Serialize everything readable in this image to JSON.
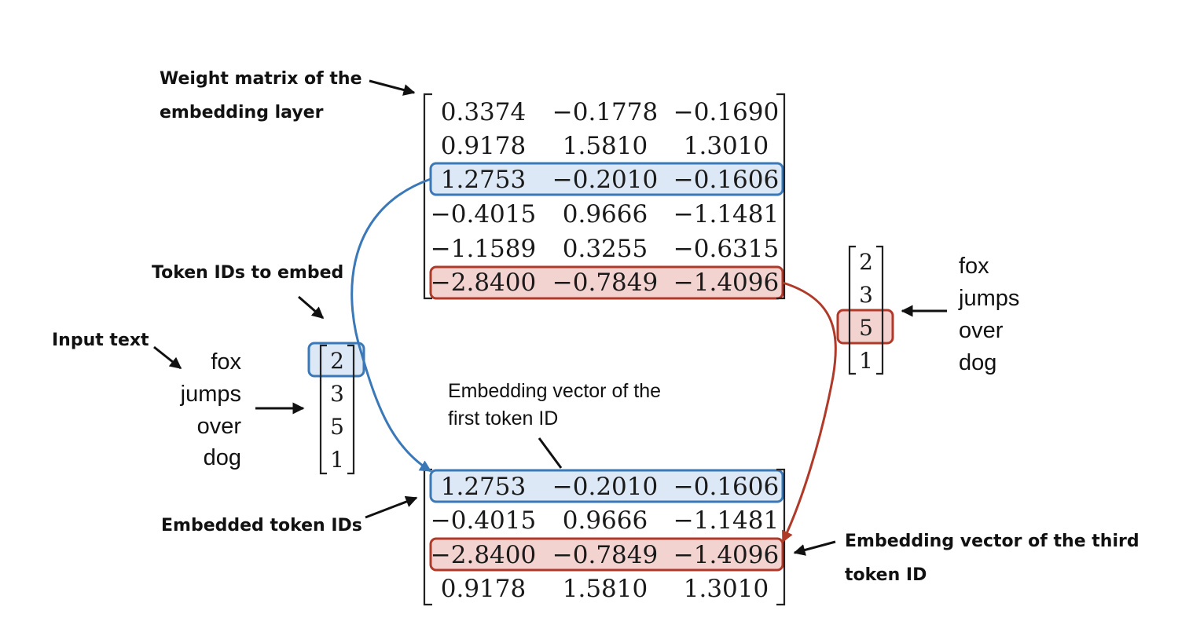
{
  "labels": {
    "weight_matrix_line1": "Weight matrix of the",
    "weight_matrix_line2": "embedding layer",
    "token_ids_to_embed": "Token IDs to embed",
    "input_text": "Input text",
    "embedded_token_ids": "Embedded token IDs",
    "first_vector_line1": "Embedding vector of the",
    "first_vector_line2": "first token ID",
    "third_vector_line1": "Embedding vector of the third",
    "third_vector_line2": "token ID"
  },
  "input_words": [
    "fox",
    "jumps",
    "over",
    "dog"
  ],
  "token_ids": [
    "2",
    "3",
    "5",
    "1"
  ],
  "weight_matrix": [
    [
      "0.3374",
      "−0.1778",
      "−0.1690"
    ],
    [
      "0.9178",
      "1.5810",
      "1.3010"
    ],
    [
      "1.2753",
      "−0.2010",
      "−0.1606"
    ],
    [
      "−0.4015",
      "0.9666",
      "−1.1481"
    ],
    [
      "−1.1589",
      "0.3255",
      "−0.6315"
    ],
    [
      "−2.8400",
      "−0.7849",
      "−1.4096"
    ]
  ],
  "embedded_matrix": [
    [
      "1.2753",
      "−0.2010",
      "−0.1606"
    ],
    [
      "−0.4015",
      "0.9666",
      "−1.1481"
    ],
    [
      "−2.8400",
      "−0.7849",
      "−1.4096"
    ],
    [
      "0.9178",
      "1.5810",
      "1.3010"
    ]
  ],
  "colors": {
    "blue_highlight": "#3a78b8",
    "blue_fill": "#dce8f5",
    "red_highlight": "#b03a2a",
    "red_fill": "#f3d3d0"
  }
}
